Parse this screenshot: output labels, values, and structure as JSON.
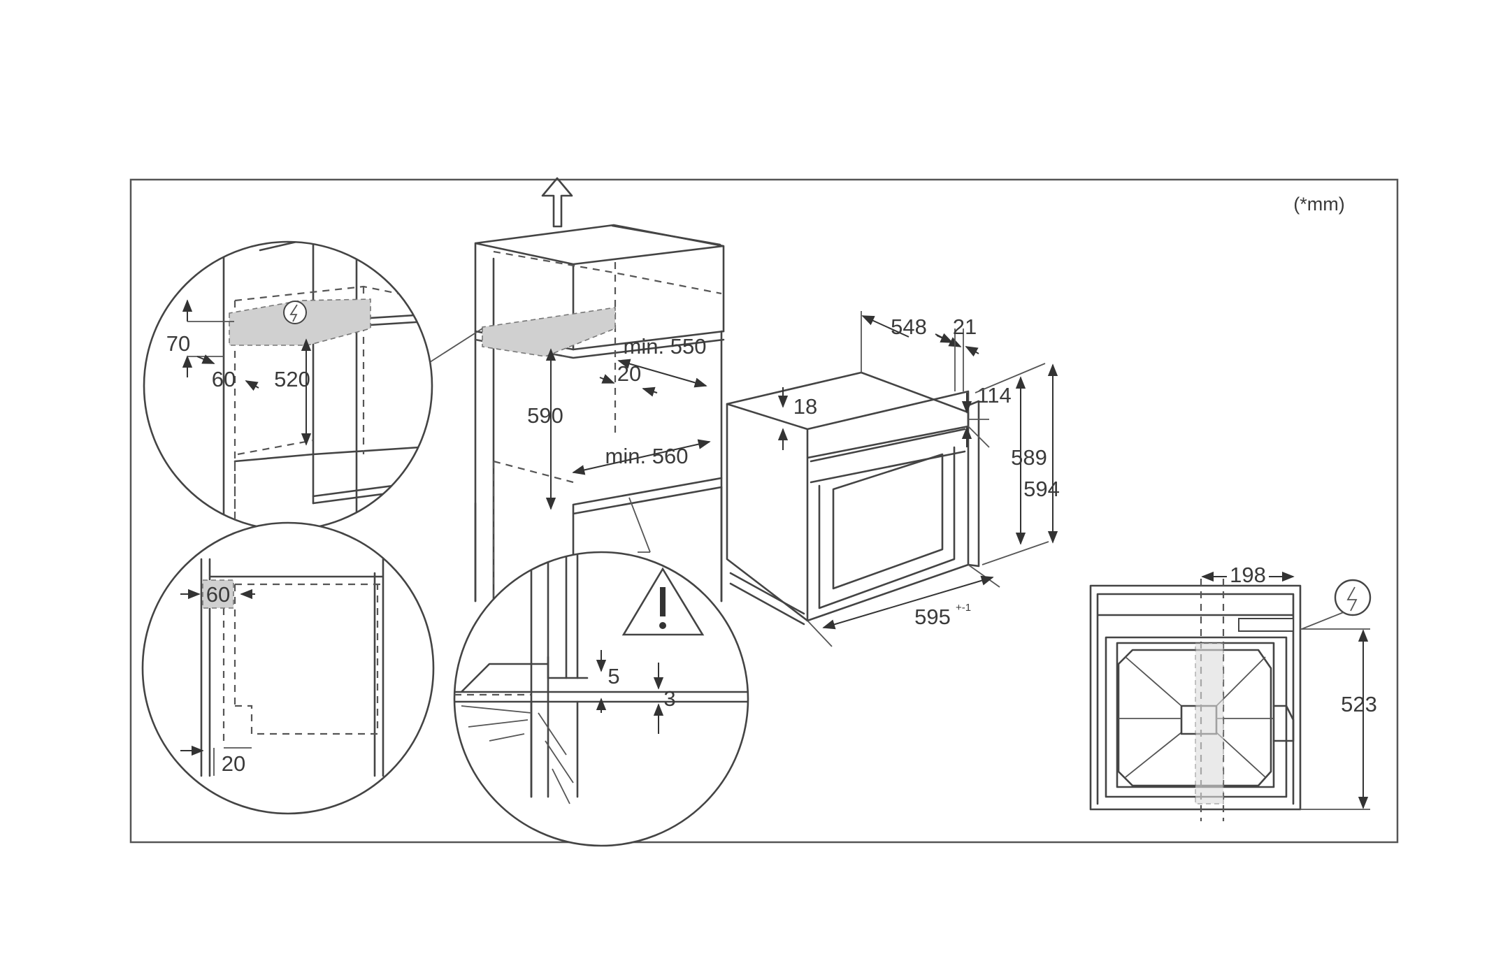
{
  "unit_note": "(*mm)",
  "detail_top_left": {
    "d70": "70",
    "d60": "60",
    "d520": "520"
  },
  "detail_bottom_left": {
    "d60": "60",
    "d20": "20"
  },
  "cabinet": {
    "min550": "min. 550",
    "d20": "20",
    "d590": "590",
    "min560": "min. 560"
  },
  "detail_bottom_mid": {
    "d5": "5",
    "d3": "3"
  },
  "oven": {
    "d548": "548",
    "d21": "21",
    "d18": "18",
    "d114": "114",
    "d589": "589",
    "d594": "594",
    "d595": "595",
    "tol595": "+-1"
  },
  "top_view": {
    "d198": "198",
    "d523": "523"
  },
  "icons": [
    "warning-icon",
    "electric-connection-icon",
    "arrow-up-icon"
  ]
}
